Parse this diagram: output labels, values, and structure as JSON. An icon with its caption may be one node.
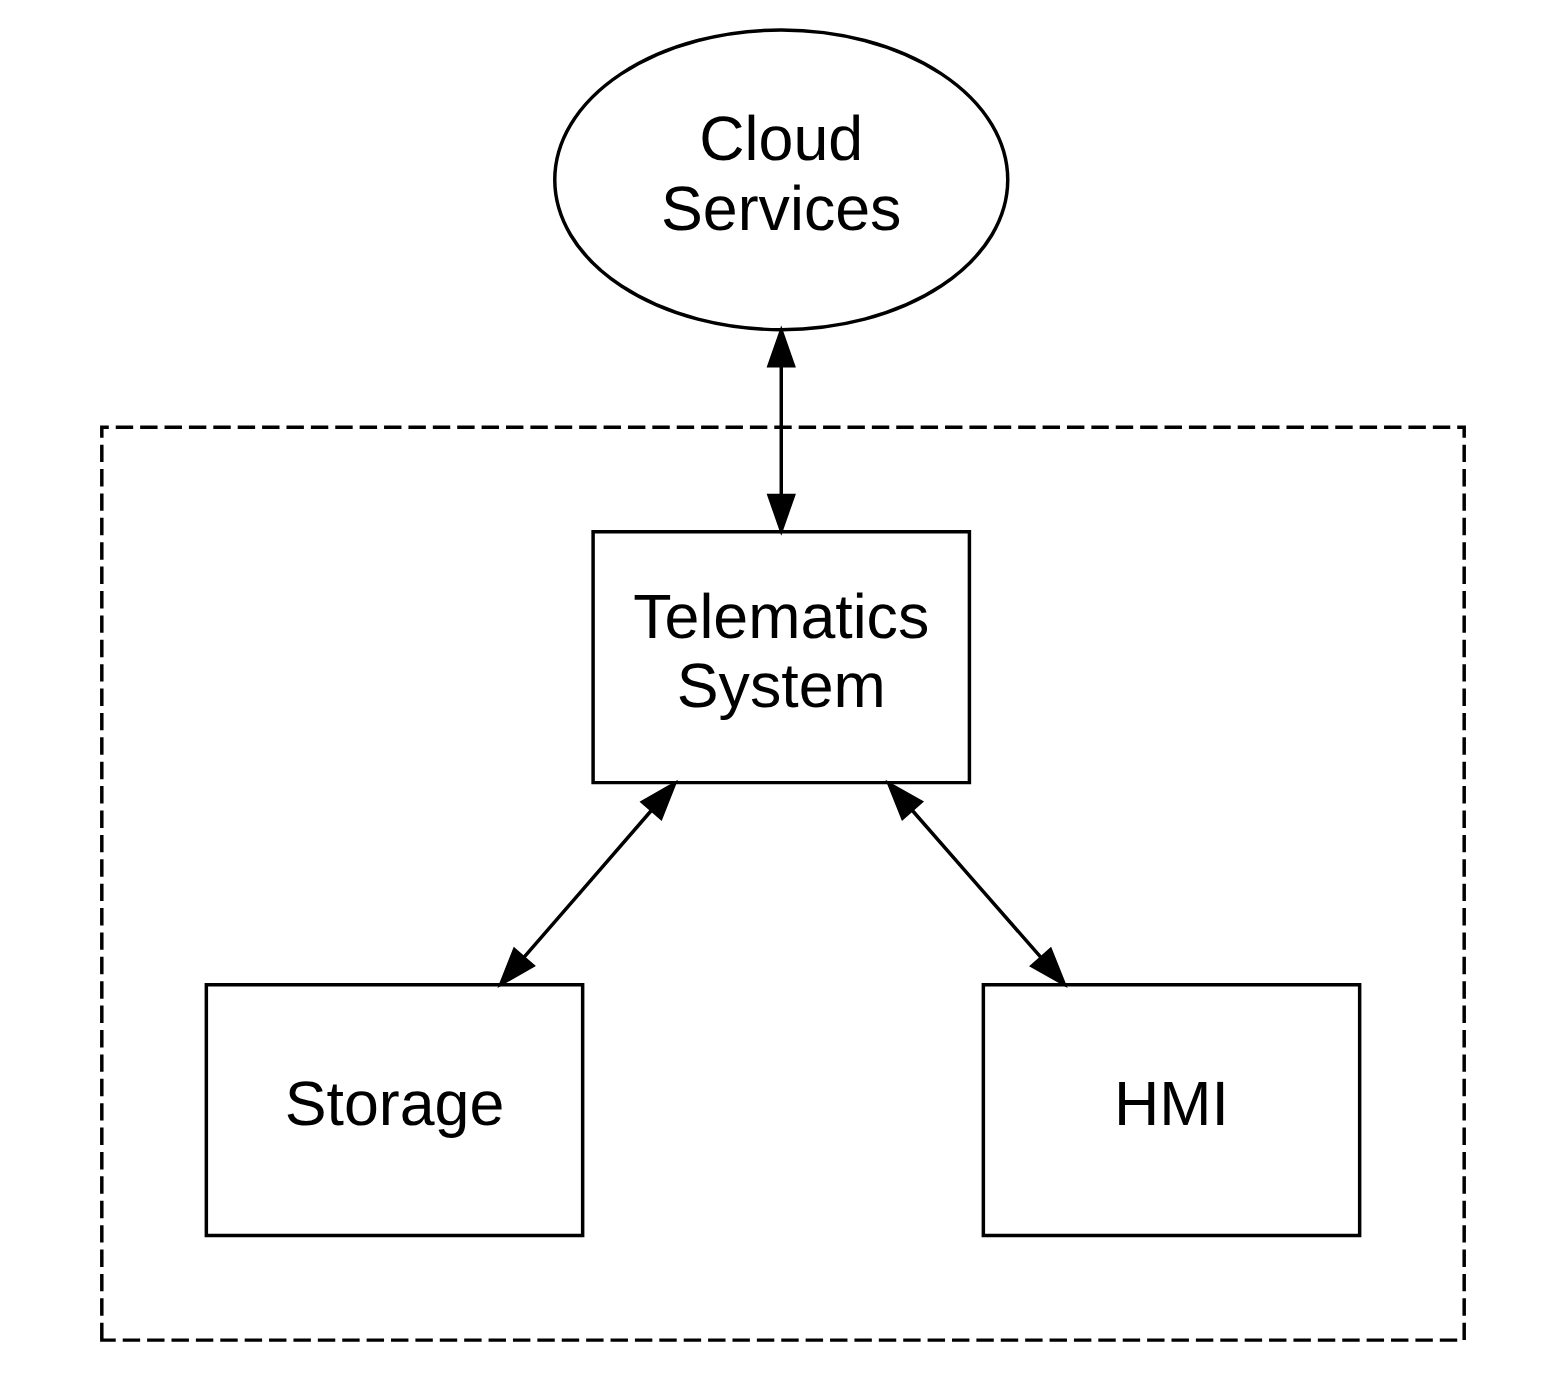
{
  "diagram": {
    "nodes": [
      {
        "text": [
          "Cloud Services"
        ]
      },
      {
        "text": [],
        "shape": "box"
      },
      {
        "text": [
          "Telematics System"
        ],
        "in": 1
      },
      {
        "text": [
          "Storage"
        ],
        "in": 1
      },
      {
        "text": [
          "HMI"
        ],
        "in": 1
      }
    ],
    "edges": [
      {
        "from": 0,
        "to": 2,
        "arrow": "both"
      },
      {
        "from": 2,
        "to": 3,
        "arrow": "both"
      },
      {
        "from": 2,
        "to": 4,
        "arrow": "both"
      }
    ]
  }
}
